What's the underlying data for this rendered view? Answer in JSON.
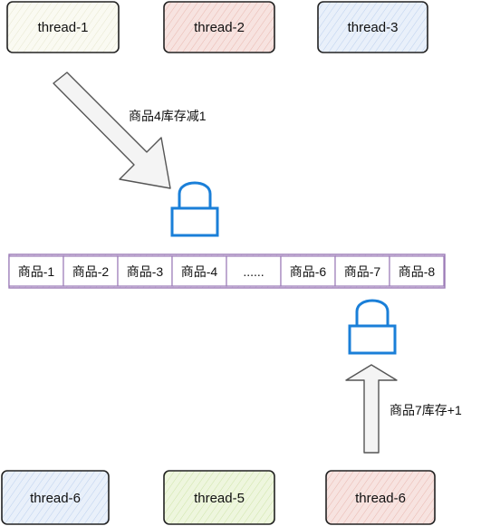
{
  "threads_top": [
    {
      "label": "thread-1",
      "fill": "#f7f7ee"
    },
    {
      "label": "thread-2",
      "fill": "#f7e3e0"
    },
    {
      "label": "thread-3",
      "fill": "#e4ecf8"
    }
  ],
  "threads_bottom": [
    {
      "label": "thread-6",
      "fill": "#e4ecf8"
    },
    {
      "label": "thread-5",
      "fill": "#eaf4d6"
    },
    {
      "label": "thread-6",
      "fill": "#f7e3e0"
    }
  ],
  "products": [
    "商品-1",
    "商品-2",
    "商品-3",
    "商品-4",
    "......",
    "商品-6",
    "商品-7",
    "商品-8"
  ],
  "annotations": {
    "top_note": "商品4库存减1",
    "bottom_note": "商品7库存+1"
  },
  "colors": {
    "lock": "#1a7fd8",
    "product_border": "#9b7bb7",
    "product_fill": "#ece2f3",
    "arrow_fill": "#f4f4f4",
    "arrow_stroke": "#555555"
  },
  "icons": {
    "lock_top": "lock-icon",
    "lock_bottom": "lock-icon"
  }
}
